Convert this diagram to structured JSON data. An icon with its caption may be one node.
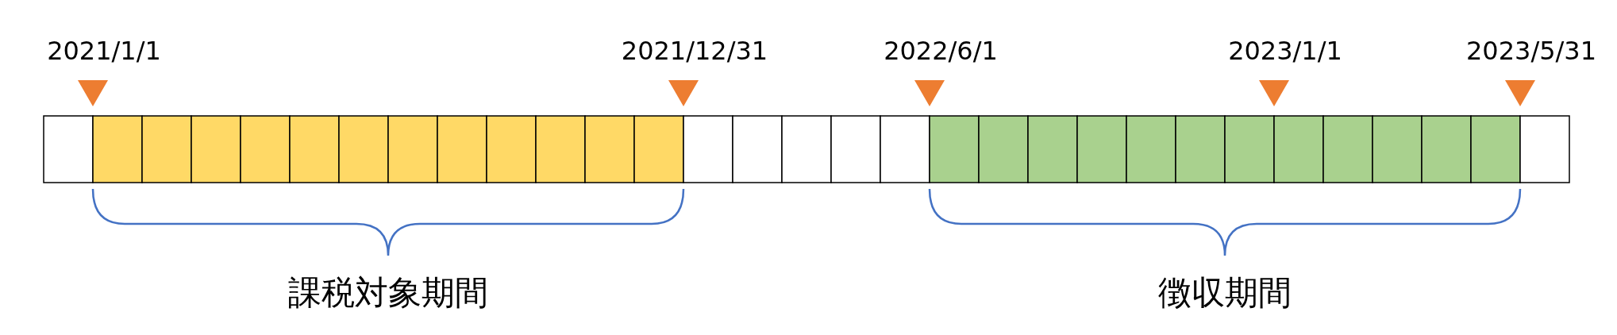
{
  "diagram": {
    "labels": [
      "2021/1/1",
      "2021/12/31",
      "2022/6/1",
      "2023/1/1",
      "2023/5/31",
      "課税対象期間",
      "徴収期間"
    ]
  }
}
